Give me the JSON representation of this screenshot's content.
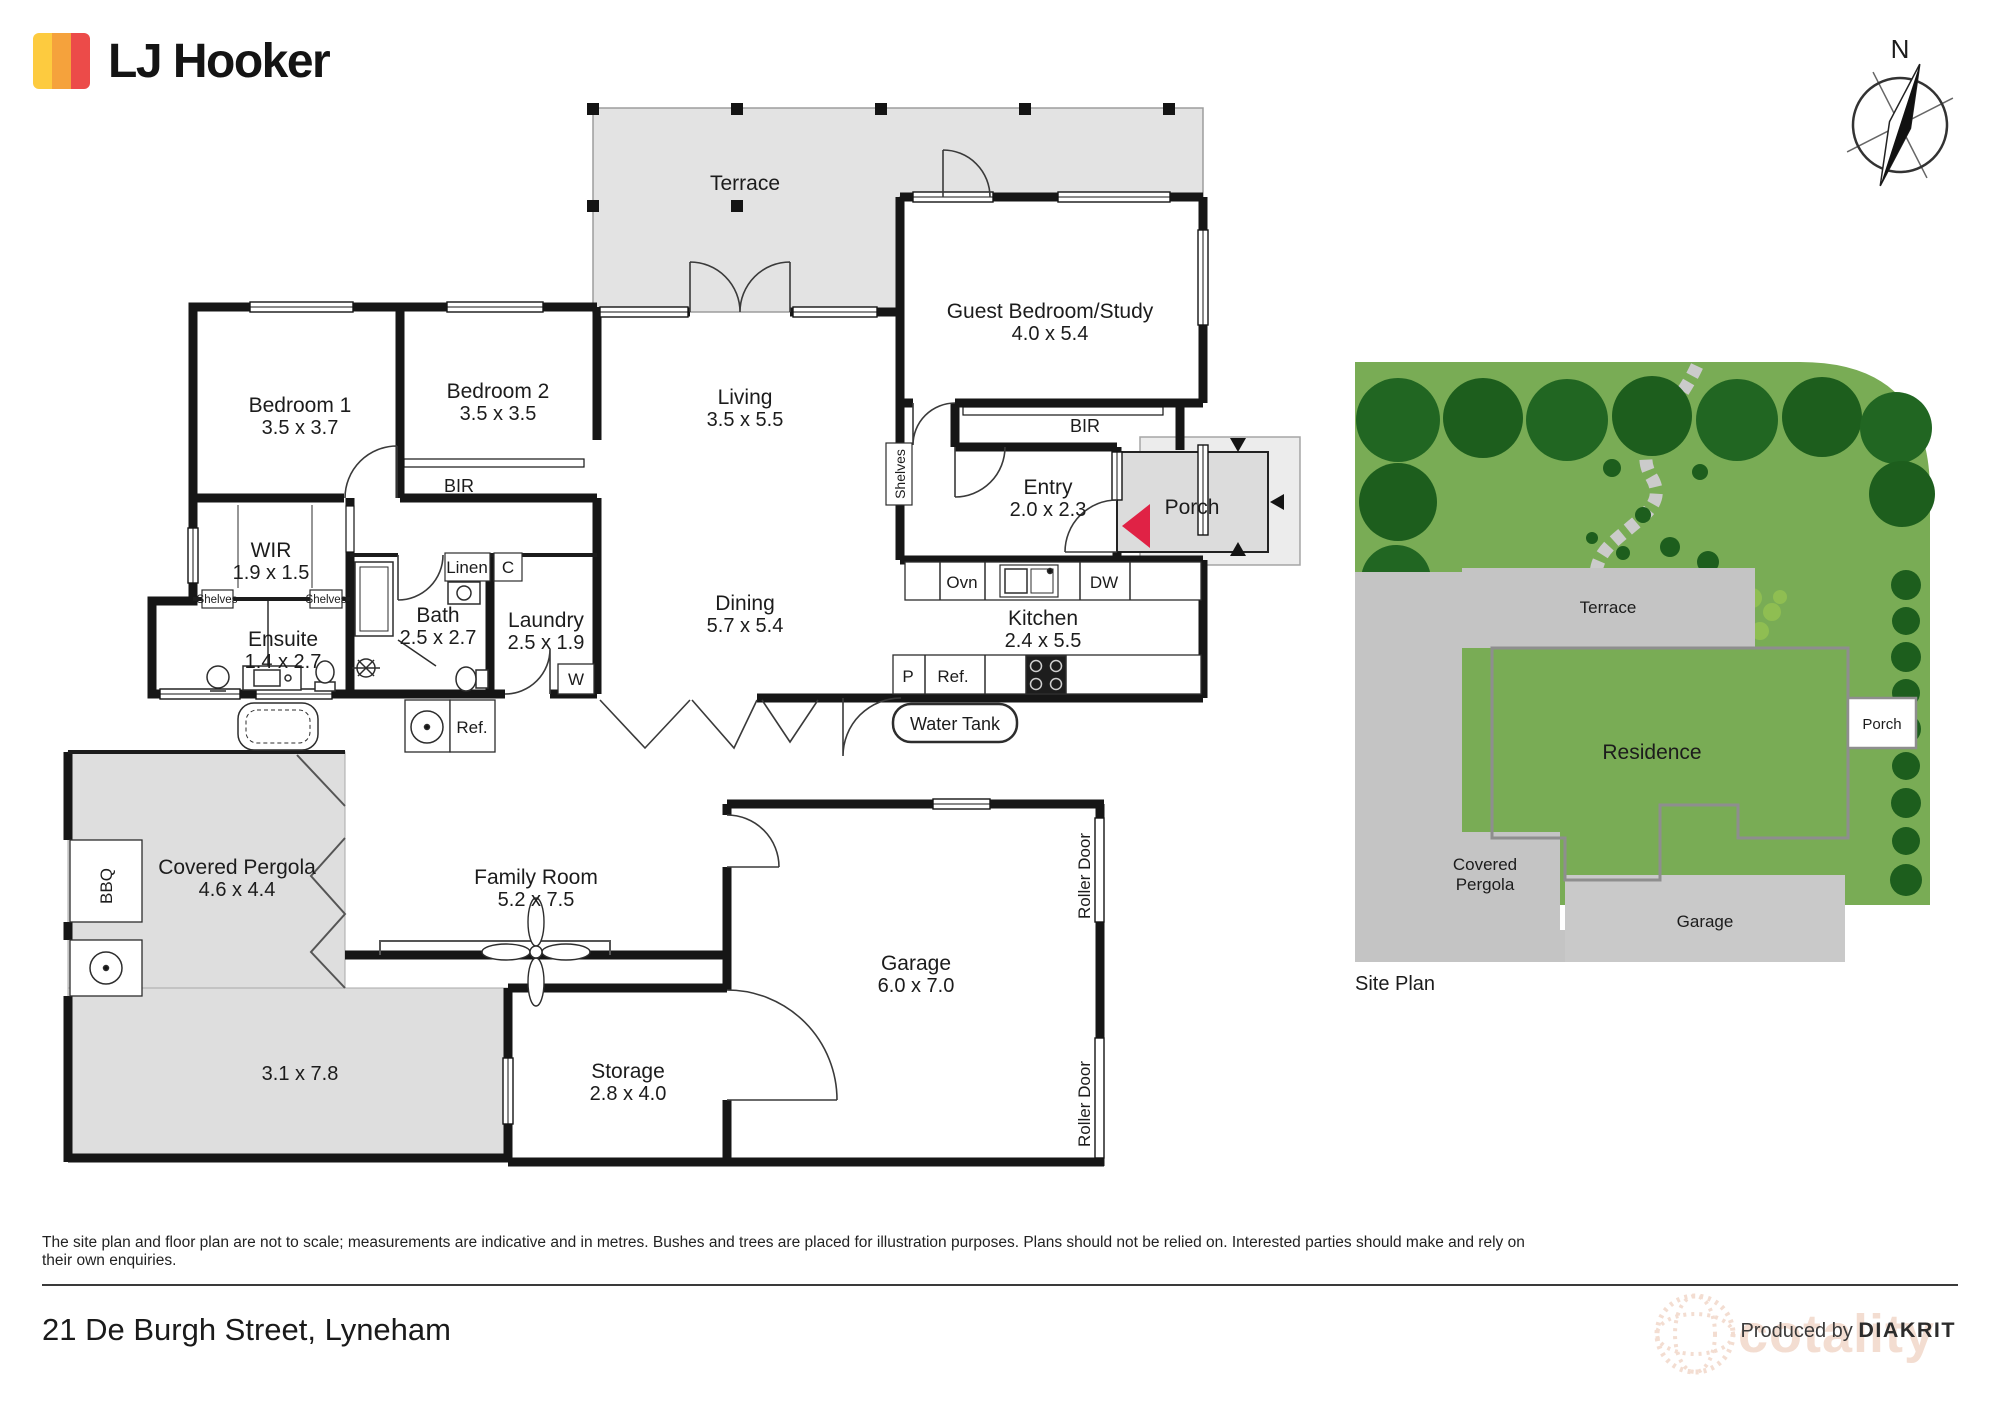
{
  "header": {
    "brand": "LJ Hooker"
  },
  "compass": {
    "north": "N"
  },
  "floorplan": {
    "rooms": {
      "terrace": {
        "name": "Terrace"
      },
      "bedroom1": {
        "name": "Bedroom 1",
        "dims": "3.5 x 3.7"
      },
      "bedroom2": {
        "name": "Bedroom 2",
        "dims": "3.5 x 3.5"
      },
      "living": {
        "name": "Living",
        "dims": "3.5 x 5.5"
      },
      "guest": {
        "name": "Guest Bedroom/Study",
        "dims": "4.0 x 5.4"
      },
      "wir": {
        "name": "WIR",
        "dims": "1.9 x 1.5"
      },
      "ensuite": {
        "name": "Ensuite",
        "dims": "1.4 x 2.7"
      },
      "bath": {
        "name": "Bath",
        "dims": "2.5 x 2.7"
      },
      "laundry": {
        "name": "Laundry",
        "dims": "2.5 x 1.9"
      },
      "dining": {
        "name": "Dining",
        "dims": "5.7 x 5.4"
      },
      "entry": {
        "name": "Entry",
        "dims": "2.0 x 2.3"
      },
      "kitchen": {
        "name": "Kitchen",
        "dims": "2.4 x 5.5"
      },
      "family": {
        "name": "Family Room",
        "dims": "5.2 x 7.5"
      },
      "pergola": {
        "name": "Covered Pergola",
        "dims": "4.6 x 4.4"
      },
      "outdoor_area": {
        "dims": "3.1 x 7.8"
      },
      "storage": {
        "name": "Storage",
        "dims": "2.8 x 4.0"
      },
      "garage": {
        "name": "Garage",
        "dims": "6.0 x 7.0"
      },
      "porch": {
        "name": "Porch"
      }
    },
    "features": {
      "bir": "BIR",
      "shelves": "Shelves",
      "linen": "Linen",
      "cupboard": "C",
      "washer": "W",
      "pantry": "P",
      "fridge": "Ref.",
      "oven": "Ovn",
      "dishwasher": "DW",
      "bbq": "BBQ",
      "water_tank": "Water Tank",
      "roller_door": "Roller Door"
    }
  },
  "siteplan": {
    "caption": "Site Plan",
    "labels": {
      "terrace": "Terrace",
      "residence": "Residence",
      "porch": "Porch",
      "pergola_line1": "Covered",
      "pergola_line2": "Pergola",
      "garage": "Garage"
    }
  },
  "footer": {
    "disclaimer": "The site plan and floor plan are not to scale; measurements are indicative and in metres. Bushes and trees are placed for illustration purposes. Plans should not be relied on. Interested parties should make and rely on their own enquiries.",
    "address": "21 De Burgh Street, Lyneham",
    "produced_by": "Produced by",
    "producer": "DIAKRIT",
    "watermark": "cotality"
  },
  "colors": {
    "brand_yellow": "#FDCB3F",
    "brand_orange": "#F5A23C",
    "brand_red": "#EC4B49",
    "entry_arrow_red": "#E02245",
    "garden_green": "#79AC55",
    "tree_green": "#216622"
  }
}
